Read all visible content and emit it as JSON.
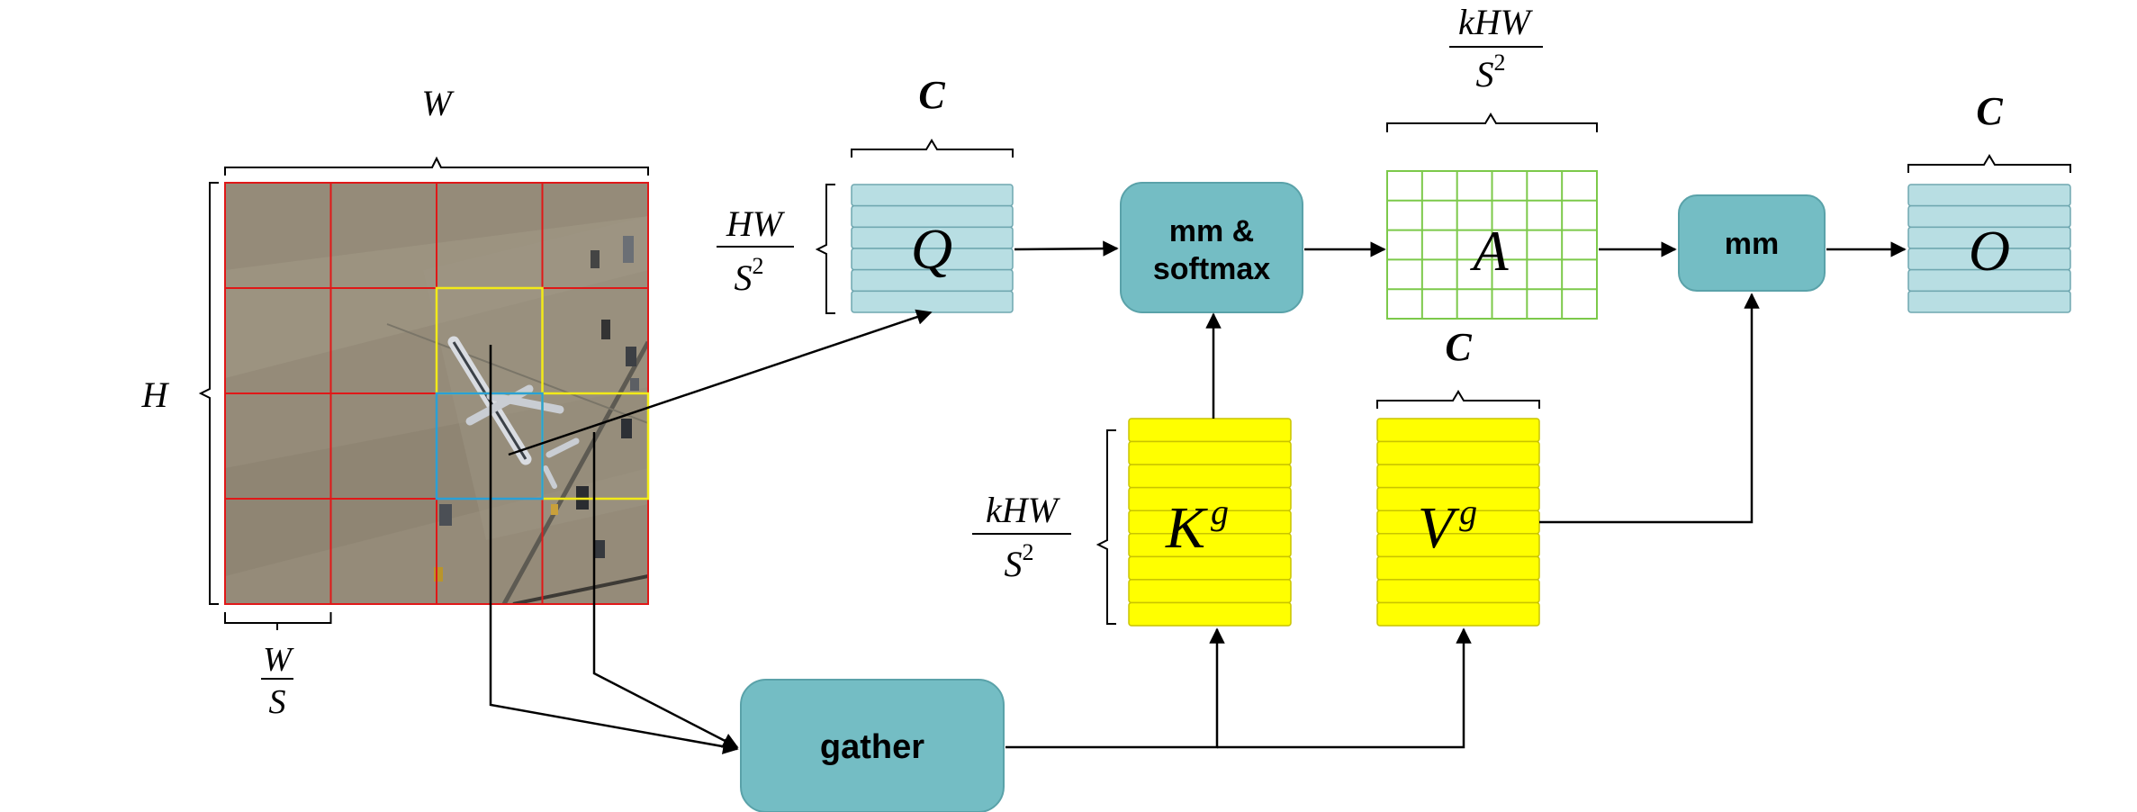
{
  "colors": {
    "teal_box": "#74BDC4",
    "teal_border": "#5AA2A9",
    "q_fill": "#B8DEE3",
    "q_line": "#6FA7B0",
    "a_grid": "#7CC94A",
    "yellow_fill": "#FFFF00",
    "yellow_line": "#C9C400",
    "grid_red": "#E01818",
    "grid_yellow": "#F2EA18",
    "grid_blue": "#2A9FD6",
    "arrow": "#000000",
    "aerial": "#958B79"
  },
  "image_grid": {
    "width_label": "W",
    "height_label": "H",
    "cell_label_num": "W",
    "cell_label_den": "S",
    "rows": 4,
    "cols": 4,
    "picture": "aerial-airport-image"
  },
  "blocks": {
    "q": {
      "label": "Q",
      "channel_label": "C",
      "rows_num": "HW",
      "rows_den_base": "S",
      "rows_den_exp": "2"
    },
    "a": {
      "label": "A",
      "cols_num": "kHW",
      "cols_den_base": "S",
      "cols_den_exp": "2"
    },
    "k": {
      "label": "K",
      "sup": "g",
      "rows_num": "kHW",
      "rows_den_base": "S",
      "rows_den_exp": "2"
    },
    "v": {
      "label": "V",
      "sup": "g",
      "channel_label": "C"
    },
    "o": {
      "label": "O",
      "channel_label": "C"
    }
  },
  "ops": {
    "mm_softmax_line1": "mm &",
    "mm_softmax_line2": "softmax",
    "mm": "mm",
    "gather": "gather"
  }
}
